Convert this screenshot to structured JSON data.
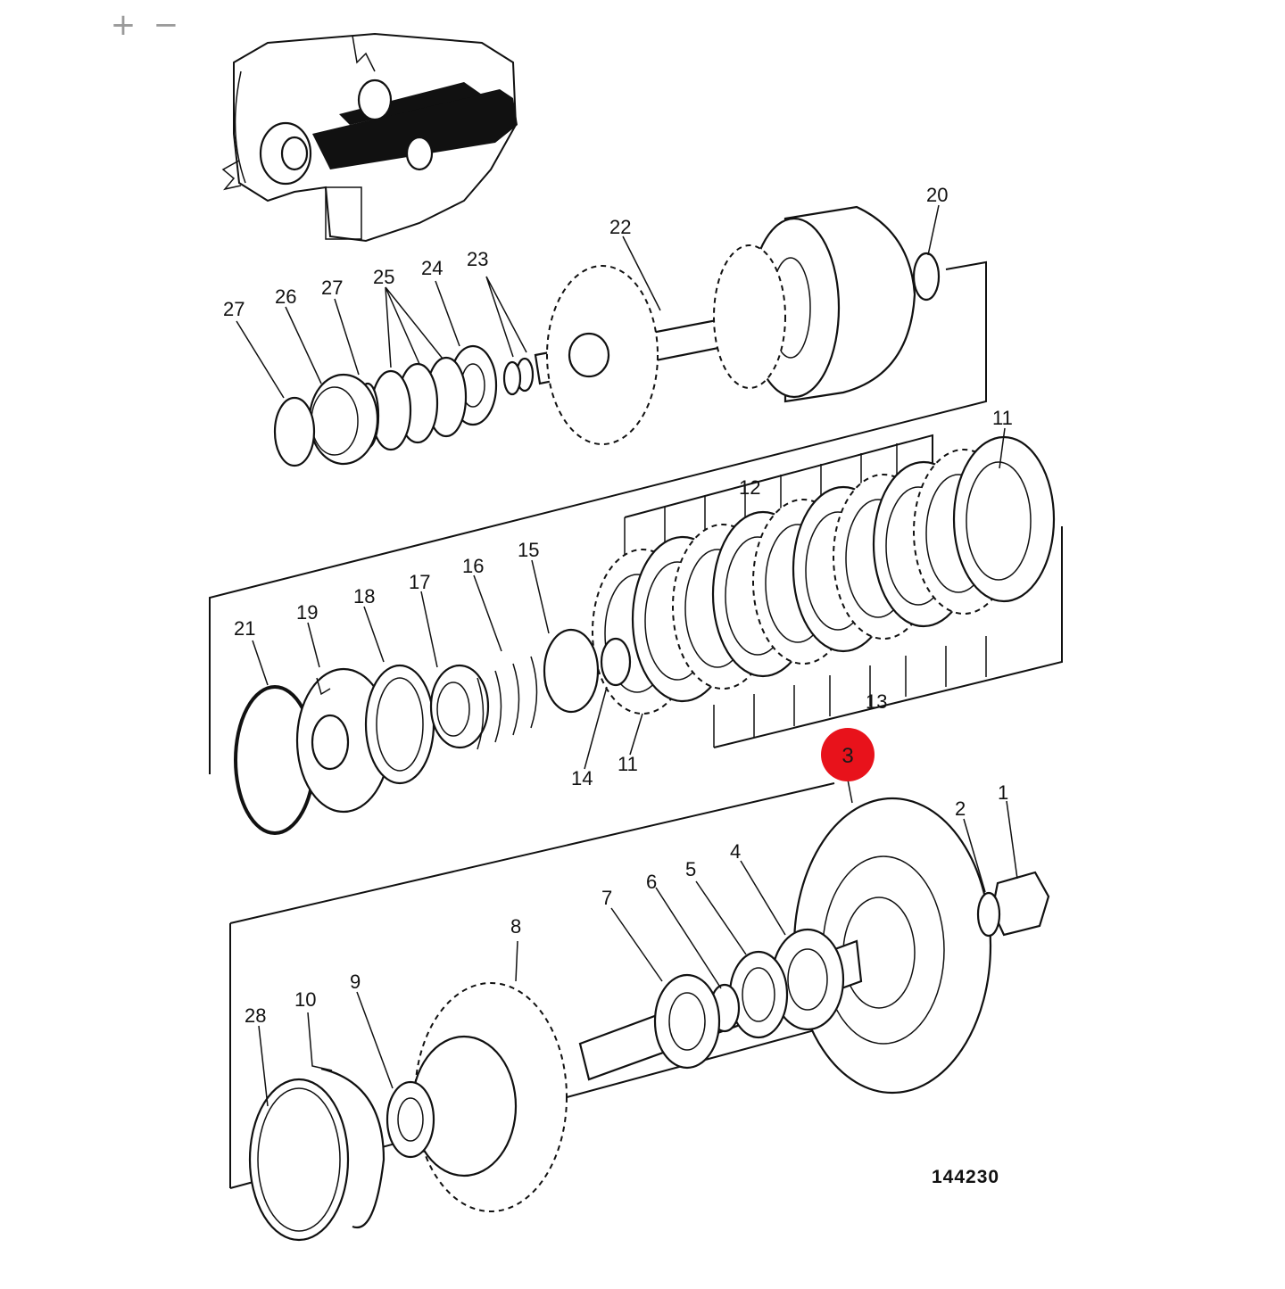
{
  "controls": {
    "zoom_in": "+",
    "zoom_out": "−"
  },
  "diagram": {
    "figure_number": "144230",
    "highlighted_callout": "3",
    "highlight_color": "#e8121b",
    "callouts": [
      "1",
      "2",
      "4",
      "5",
      "6",
      "7",
      "8",
      "9",
      "10",
      "11",
      "11",
      "11",
      "12",
      "13",
      "14",
      "15",
      "16",
      "17",
      "18",
      "19",
      "20",
      "21",
      "22",
      "23",
      "24",
      "25",
      "26",
      "27",
      "27",
      "28"
    ]
  }
}
